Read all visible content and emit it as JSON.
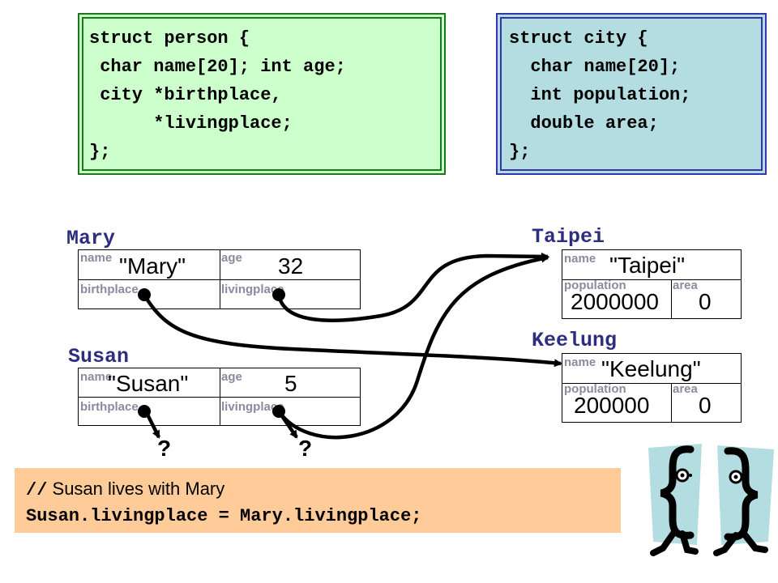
{
  "struct_person": {
    "lines": [
      "struct person {",
      " char name[20]; int age;",
      " city *birthplace,",
      "      *livingplace;",
      "};"
    ]
  },
  "struct_city": {
    "lines": [
      "struct city {",
      "  char name[20];",
      "  int population;",
      "  double area;",
      "};"
    ]
  },
  "mary": {
    "title": "Mary",
    "name_label": "name",
    "name_value": "\"Mary\"",
    "age_label": "age",
    "age_value": "32",
    "birthplace_label": "birthplace",
    "livingplace_label": "livingplace"
  },
  "susan": {
    "title": "Susan",
    "name_label": "name",
    "name_value": "\"Susan\"",
    "age_label": "age",
    "age_value": "5",
    "birthplace_label": "birthplace",
    "livingplace_label": "livingplace",
    "unknown_birthplace": "?",
    "unknown_livingplace": "?"
  },
  "taipei": {
    "title": "Taipei",
    "name_label": "name",
    "name_value": "\"Taipei\"",
    "population_label": "population",
    "population_value": "2000000",
    "area_label": "area",
    "area_value": "0"
  },
  "keelung": {
    "title": "Keelung",
    "name_label": "name",
    "name_value": "\"Keelung\"",
    "population_label": "population",
    "population_value": "200000",
    "area_label": "area",
    "area_value": "0"
  },
  "comment": {
    "slashes": "//",
    "text": " Susan lives with Mary",
    "code": "Susan.livingplace = Mary.livingplace;"
  },
  "colors": {
    "person_bg": "#ccffcc",
    "person_border": "#1a7a1a",
    "city_bg": "#b3dde0",
    "city_border": "#3535a8",
    "title_color": "#2e2e80",
    "label_color": "#8a8aa0",
    "comment_bg": "#ffcc99"
  }
}
